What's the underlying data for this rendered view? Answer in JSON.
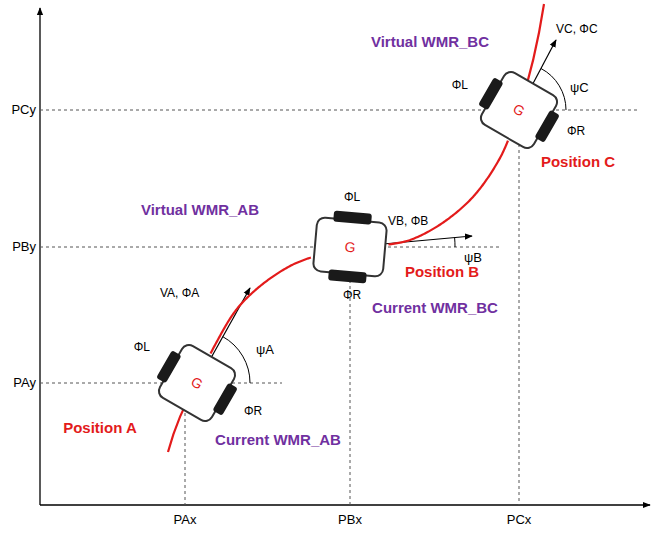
{
  "diagram": {
    "nodes": [
      {
        "text": [
          "G"
        ]
      },
      {
        "text": [
          "G"
        ]
      },
      {
        "text": [
          "G"
        ]
      }
    ],
    "edges": [
      {
        "from": 0,
        "to": 1,
        "arrow": "none"
      },
      {
        "from": 1,
        "to": 2,
        "arrow": "none"
      }
    ],
    "labels": [
      "Virtual WMR_BC",
      "VC, ΦC",
      "ΦL",
      "ψC",
      "ΦR",
      "Position C",
      "PCy",
      "Virtual WMR_AB",
      "ΦL",
      "VB, ΦB",
      "ψB",
      "PBy",
      "Position B",
      "ΦR",
      "Current WMR_BC",
      "VA, ΦA",
      "ΦL",
      "ψA",
      "PAy",
      "ΦR",
      "Position A",
      "Current WMR_AB",
      "PAx",
      "PBx",
      "PCx"
    ]
  }
}
